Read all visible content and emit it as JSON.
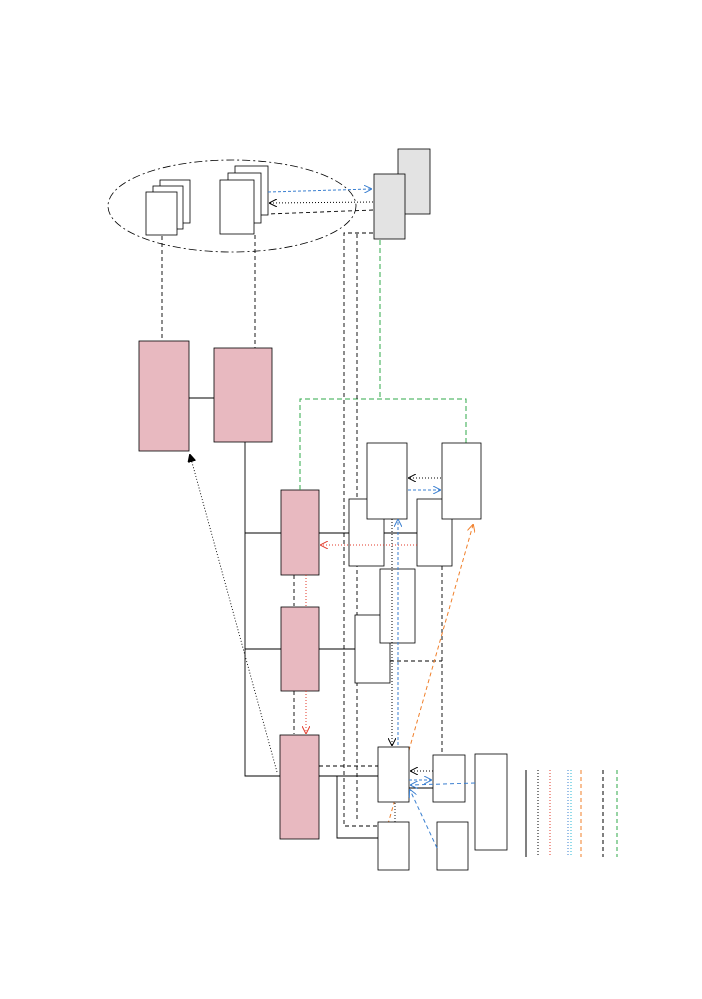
{
  "diagram": {
    "colors": {
      "pink_fill": "#e8b9c0",
      "grey_fill": "#e3e3e3",
      "black": "#000000",
      "blue": "#3a7fd0",
      "red": "#e23a2a",
      "green": "#2fa84a",
      "orange": "#f07f2a",
      "cyan": "#28b7d4"
    },
    "legend_samples": [
      {
        "style": "solid",
        "color": "#000000"
      },
      {
        "style": "dotted",
        "color": "#000000"
      },
      {
        "style": "dotted",
        "color": "#e23a2a"
      },
      {
        "style": "dotted",
        "color": "#3a7fd0"
      },
      {
        "style": "dotted",
        "color": "#28b7d4"
      },
      {
        "style": "dashed",
        "color": "#f07f2a"
      },
      {
        "style": "dashed",
        "color": "#000000"
      },
      {
        "style": "dashed",
        "color": "#2fa84a"
      }
    ]
  }
}
